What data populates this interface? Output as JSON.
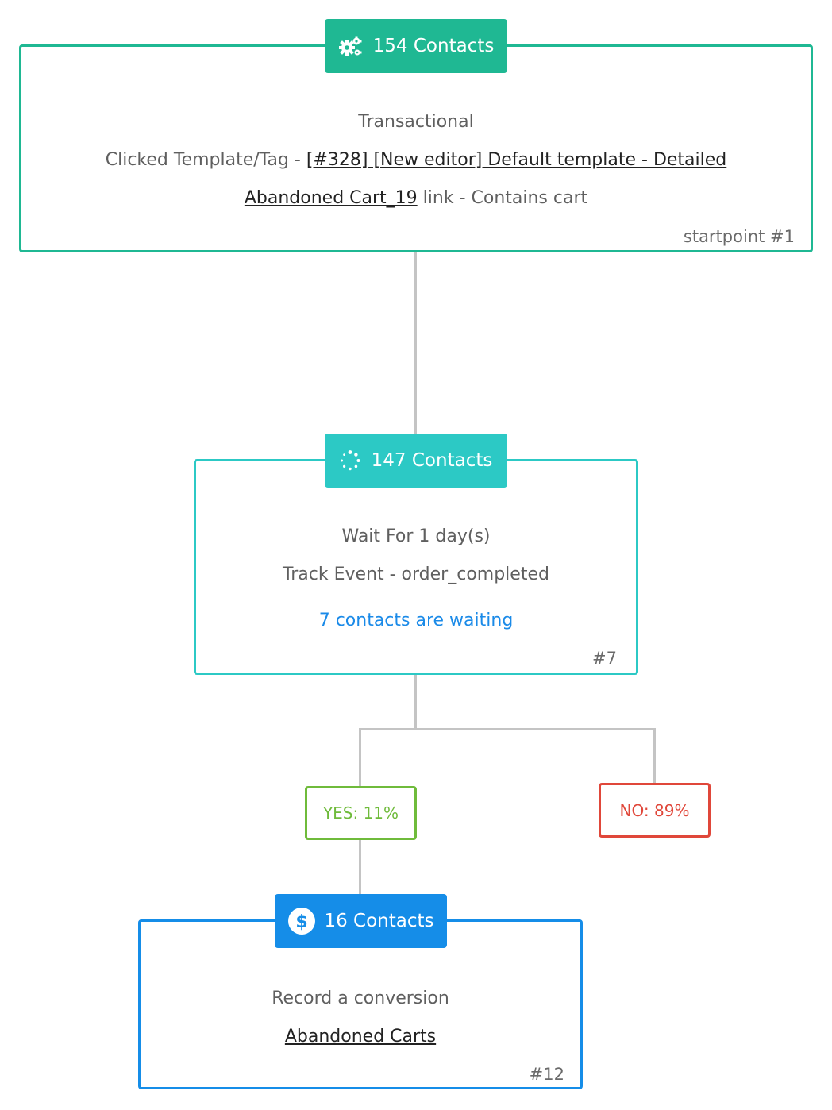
{
  "nodes": {
    "start": {
      "contacts_label": "154 Contacts",
      "icon": "gears-icon",
      "title": "Transactional",
      "trigger_prefix": "Clicked Template/Tag - ",
      "template_link": "[#328] [New editor] Default template - Detailed",
      "link_name": "Abandoned Cart_19",
      "link_suffix": " link - Contains cart",
      "node_id": "startpoint #1",
      "color": "#1fb893"
    },
    "wait": {
      "contacts_label": "147 Contacts",
      "icon": "spinner-icon",
      "title": "Wait For 1 day(s)",
      "event": "Track Event - order_completed",
      "waiting_text": "7 contacts are waiting",
      "node_id": "#7",
      "color": "#2cc9c5"
    },
    "conversion": {
      "contacts_label": "16 Contacts",
      "icon": "dollar-icon",
      "title": "Record a conversion",
      "conversion_link": "Abandoned Carts",
      "node_id": "#12",
      "color": "#158de8"
    }
  },
  "branches": {
    "yes": {
      "label": "YES: 11%",
      "color": "#6fbb3b"
    },
    "no": {
      "label": "NO: 89%",
      "color": "#e0473a"
    }
  },
  "connector_color": "#c4c4c4"
}
